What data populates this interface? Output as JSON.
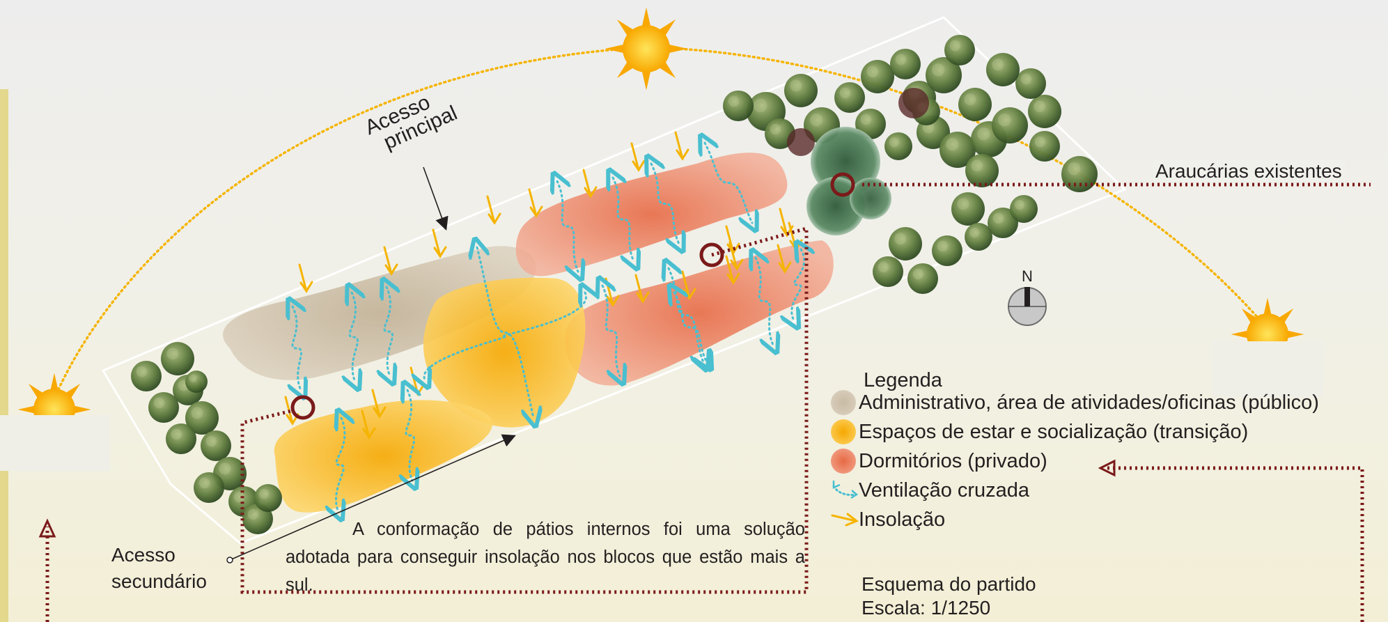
{
  "labels": {
    "acesso_principal": [
      "Acesso",
      "principal"
    ],
    "acesso_secundario": [
      "Acesso",
      "secundário"
    ],
    "araucarias": "Araucárias existentes",
    "north": "N"
  },
  "legend": {
    "title": "Legenda",
    "items": [
      {
        "text": "Administrativo, área de atividades/oficinas (público)",
        "color": "#d2c6b2",
        "kind": "zone"
      },
      {
        "text": "Espaços de estar e socialização (transição)",
        "color": "#f9c12f",
        "kind": "zone"
      },
      {
        "text": "Dormitórios (privado)",
        "color": "#ec8a6c",
        "kind": "zone"
      },
      {
        "text": "Ventilação cruzada",
        "color": "#49bfd0",
        "kind": "ventilation"
      },
      {
        "text": "Insolação",
        "color": "#f5b400",
        "kind": "sun"
      }
    ]
  },
  "note": "A conformação de pátios internos foi uma solução adotada para conseguir insolação nos blocos que estão mais a sul.",
  "scheme": {
    "title": "Esquema do partido",
    "scale": "Escala: 1/1250"
  },
  "colors": {
    "sun_path": "#f5b400",
    "access_line": "#7b1a1a",
    "site_outline": "#ffffff",
    "tree_dark": "#56743a",
    "tree_light": "#8fa46a",
    "araucaria": "#3f6b3f"
  }
}
